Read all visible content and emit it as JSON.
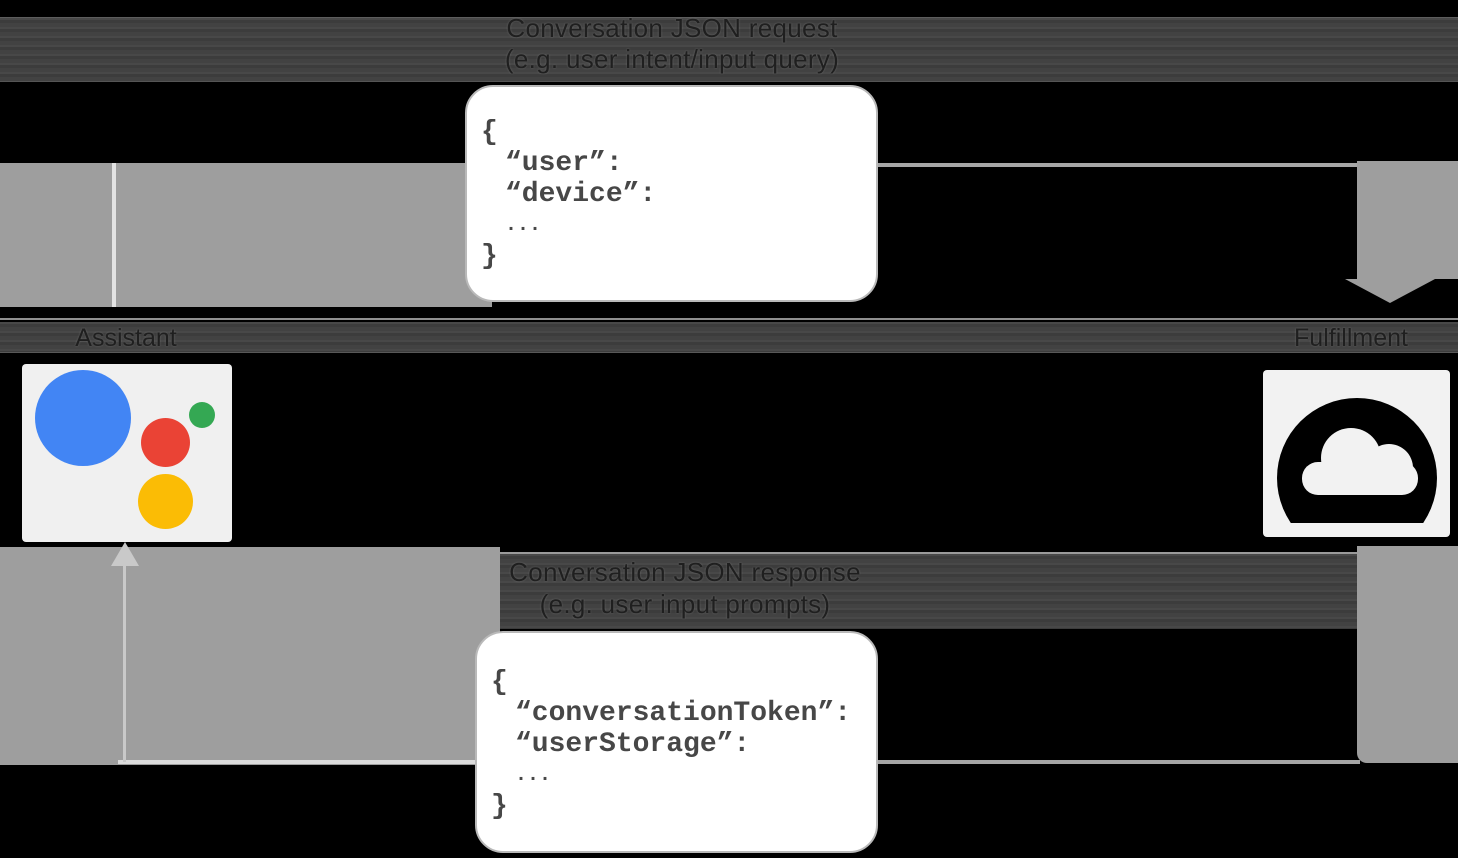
{
  "captions": {
    "request_line1": "Conversation JSON request",
    "request_line2": "(e.g. user intent/input query)",
    "response_line1": "Conversation JSON response",
    "response_line2": "(e.g. user input prompts)"
  },
  "actors": {
    "assistant": {
      "label": "Assistant",
      "icon": "google-assistant-icon"
    },
    "fulfillment": {
      "label": "Fulfillment",
      "icon": "cloud-icon"
    }
  },
  "request_card": {
    "lines": [
      "{",
      "“user”:",
      "“device”:",
      "...",
      "}"
    ]
  },
  "response_card": {
    "lines": [
      "{",
      "“conversationToken”:",
      "“userStorage”:",
      "...",
      "}"
    ]
  },
  "colors": {
    "background": "#000000",
    "caption_band": "#424242",
    "arrow_glow": "#9e9e9e",
    "arrow_line": "#a6a6a6",
    "card_background": "#ffffff",
    "card_border": "#b9b9b9",
    "code_text": "#474747",
    "assistant_blue": "#4285f4",
    "assistant_red": "#ea4335",
    "assistant_green": "#34a853",
    "assistant_yellow": "#fbbc05",
    "cloud_icon": "#000000"
  }
}
